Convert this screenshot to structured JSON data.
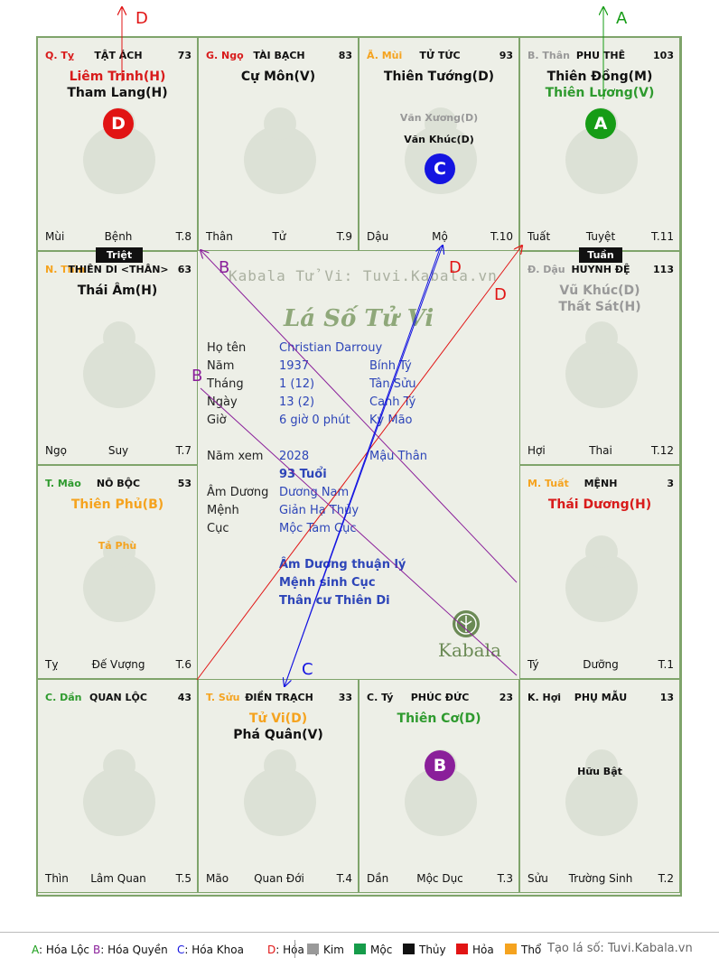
{
  "cells": [
    {
      "branch": "Q. Tỵ",
      "branch_color": "#d81b1b",
      "name": "TẬT ÁCH",
      "age": "73",
      "main": [
        {
          "t": "Liêm Trinh(H)",
          "c": "#d81b1b"
        },
        {
          "t": "Tham Lang(H)",
          "c": "#111111"
        }
      ],
      "minor": [],
      "ftr": [
        "Mùi",
        "Bệnh",
        "T.8"
      ],
      "badge": {
        "t": "D",
        "c": "#e11414"
      }
    },
    {
      "branch": "G. Ngọ",
      "branch_color": "#d81b1b",
      "name": "TÀI BẠCH",
      "age": "83",
      "main": [
        {
          "t": "Cự Môn(V)",
          "c": "#111111"
        }
      ],
      "minor": [],
      "ftr": [
        "Thân",
        "Tử",
        "T.9"
      ]
    },
    {
      "branch": "Ã. Mùi",
      "branch_color": "#f5a31f",
      "name": "TỬ TỨC",
      "age": "93",
      "main": [
        {
          "t": "Thiên Tướng(D)",
          "c": "#111111"
        }
      ],
      "minor": [
        {
          "t": "Văn Xương(D)",
          "c": "#999999"
        },
        {
          "t": "Văn Khúc(D)",
          "c": "#111111"
        }
      ],
      "ftr": [
        "Dậu",
        "Mộ",
        "T.10"
      ],
      "badge": {
        "t": "C",
        "c": "#1414e1"
      }
    },
    {
      "branch": "B. Thân",
      "branch_color": "#999999",
      "name": "PHU THÊ",
      "age": "103",
      "main": [
        {
          "t": "Thiên Đồng(M)",
          "c": "#111111"
        },
        {
          "t": "Thiên Lương(V)",
          "c": "#2e9a2e"
        }
      ],
      "minor": [],
      "ftr": [
        "Tuất",
        "Tuyệt",
        "T.11"
      ],
      "badge": {
        "t": "A",
        "c": "#169c16"
      }
    },
    {
      "branch": "N. Thìn",
      "branch_color": "#f5a31f",
      "name": "THIÊN DI <THÂN>",
      "age": "63",
      "main": [
        {
          "t": "Thái Âm(H)",
          "c": "#111111"
        }
      ],
      "minor": [],
      "ftr": [
        "Ngọ",
        "Suy",
        "T.7"
      ]
    },
    {
      "branch": "Đ. Dậu",
      "branch_color": "#999999",
      "name": "HUYNH ĐỆ",
      "age": "113",
      "main": [
        {
          "t": "Vũ Khúc(D)",
          "c": "#999999"
        },
        {
          "t": "Thất Sát(H)",
          "c": "#999999"
        }
      ],
      "minor": [],
      "ftr": [
        "Hợi",
        "Thai",
        "T.12"
      ]
    },
    {
      "branch": "T. Mão",
      "branch_color": "#2e9a2e",
      "name": "NÔ BỘC",
      "age": "53",
      "main": [
        {
          "t": "Thiên Phủ(B)",
          "c": "#f5a31f"
        }
      ],
      "minor": [
        {
          "t": "Tả Phù",
          "c": "#f5a31f"
        }
      ],
      "ftr": [
        "Tỵ",
        "Đế Vượng",
        "T.6"
      ]
    },
    {
      "branch": "M. Tuất",
      "branch_color": "#f5a31f",
      "name": "MỆNH",
      "age": "3",
      "main": [
        {
          "t": "Thái Dương(H)",
          "c": "#d81b1b"
        }
      ],
      "minor": [],
      "ftr": [
        "Tý",
        "Dưỡng",
        "T.1"
      ]
    },
    {
      "branch": "C. Dần",
      "branch_color": "#2e9a2e",
      "name": "QUAN LỘC",
      "age": "43",
      "main": [],
      "minor": [],
      "ftr": [
        "Thìn",
        "Lâm Quan",
        "T.5"
      ]
    },
    {
      "branch": "T. Sửu",
      "branch_color": "#f5a31f",
      "name": "ĐIỀN TRẠCH",
      "age": "33",
      "main": [
        {
          "t": "Tử Vi(D)",
          "c": "#f5a31f"
        },
        {
          "t": "Phá Quân(V)",
          "c": "#111111"
        }
      ],
      "minor": [],
      "ftr": [
        "Mão",
        "Quan Đới",
        "T.4"
      ]
    },
    {
      "branch": "C. Tý",
      "branch_color": "#111111",
      "name": "PHÚC ĐỨC",
      "age": "23",
      "main": [
        {
          "t": "Thiên Cơ(D)",
          "c": "#2e9a2e"
        }
      ],
      "minor": [],
      "ftr": [
        "Dần",
        "Mộc Dục",
        "T.3"
      ],
      "badge": {
        "t": "B",
        "c": "#8a1f9a"
      }
    },
    {
      "branch": "K. Hợi",
      "branch_color": "#111111",
      "name": "PHỤ MẪU",
      "age": "13",
      "main": [],
      "minor": [
        {
          "t": "Hữu Bật",
          "c": "#111111"
        }
      ],
      "ftr": [
        "Sửu",
        "Trường Sinh",
        "T.2"
      ]
    }
  ],
  "tags": {
    "triet": "Triệt",
    "tuan": "Tuần"
  },
  "center": {
    "watermark": "Kabala Tử Vi: Tuvi.Kabala.vn",
    "title": "Lá Số Tử Vi",
    "rows": [
      {
        "label": "Họ tên",
        "v1": "Christian Darrouy",
        "v2": ""
      },
      {
        "label": "Năm",
        "v1": "1937",
        "v2": "Bính Tý"
      },
      {
        "label": "Tháng",
        "v1": "1  (12)",
        "v2": "Tân Sửu"
      },
      {
        "label": "Ngày",
        "v1": "13  (2)",
        "v2": "Canh Tý"
      },
      {
        "label": "Giờ",
        "v1": "6 giờ 0 phút",
        "v2": "Kỷ Mão"
      }
    ],
    "year_label": "Năm xem",
    "year": "2028",
    "year_cc": "Mậu Thân",
    "tuoi": "93 Tuổi",
    "rows2": [
      {
        "label": "Âm Dương",
        "v1": "Dương Nam"
      },
      {
        "label": "Mệnh",
        "v1": "Giản Hạ Thủy"
      },
      {
        "label": "Cục",
        "v1": "Mộc Tam Cục"
      }
    ],
    "notes": [
      "Âm Dương thuận lý",
      "Mệnh sinh Cục",
      "Thân cư Thiên Di"
    ],
    "logo": "Kabala"
  },
  "arrow_labels": {
    "top_d": "D",
    "top_a": "A",
    "b1": "B",
    "b2": "B",
    "d1": "D",
    "d2": "D",
    "c": "C"
  },
  "legend": {
    "hoa": [
      {
        "k": "A",
        "v": ": Hóa Lộc",
        "c": "#169c16"
      },
      {
        "k": "B",
        "v": ": Hóa Quyền",
        "c": "#8a1f9a"
      },
      {
        "k": "C",
        "v": ": Hóa Khoa",
        "c": "#1414e1"
      },
      {
        "k": "D",
        "v": ": Hóa Kị",
        "c": "#e11414"
      }
    ],
    "elements": [
      {
        "n": "Kim",
        "c": "#999999"
      },
      {
        "n": "Mộc",
        "c": "#169c4a"
      },
      {
        "n": "Thủy",
        "c": "#111111"
      },
      {
        "n": "Hỏa",
        "c": "#e11414"
      },
      {
        "n": "Thổ",
        "c": "#f5a31f"
      }
    ],
    "site": "Tạo lá số: Tuvi.Kabala.vn"
  }
}
